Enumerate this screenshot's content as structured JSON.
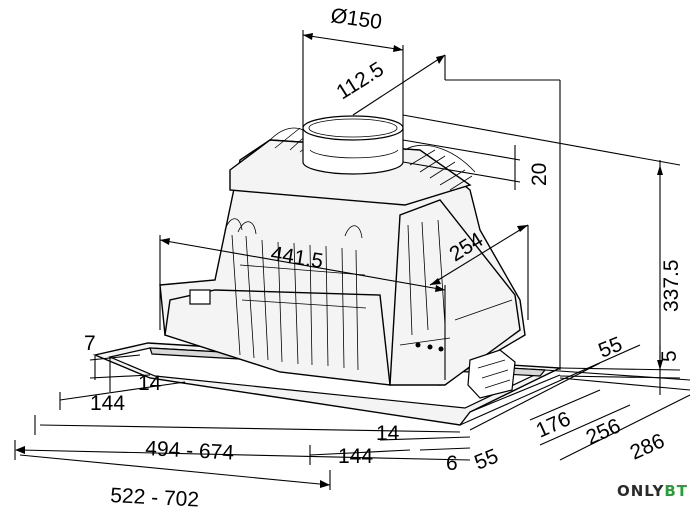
{
  "dimensions": {
    "duct_diameter": "Ø150",
    "outlet_offset": "112.5",
    "collar_height": "20",
    "motor_depth": "254",
    "motor_width": "441.5",
    "total_height": "337.5",
    "flange_thickness": "5",
    "edge_7": "7",
    "left_14": "14",
    "left_144": "144",
    "width_cutout": "494 - 674",
    "width_total": "522 - 702",
    "right_14": "14",
    "right_144": "144",
    "edge_6": "6",
    "depth_55_front": "55",
    "depth_55_top": "55",
    "depth_176": "176",
    "depth_256": "256",
    "depth_286": "286"
  },
  "watermark": {
    "brand_part1": "ONLY",
    "brand_part2": "BT",
    "accent_color": "#2e9b3a"
  }
}
